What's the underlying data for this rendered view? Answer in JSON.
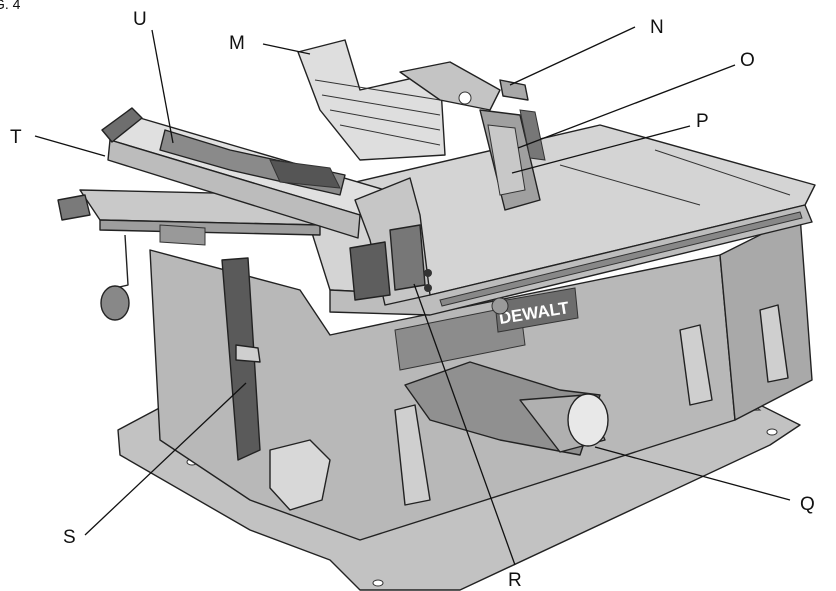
{
  "figure_label": "G. 4",
  "brand_text": "DEWALT",
  "callouts": {
    "M": "M",
    "N": "N",
    "O": "O",
    "P": "P",
    "Q": "Q",
    "R": "R",
    "S": "S",
    "T": "T",
    "U": "U"
  },
  "colors": {
    "outline": "#222222",
    "base_gray": "#b7b7b7",
    "light_gray": "#d9d9d9",
    "top_gray": "#cfcfcf",
    "dark_gray": "#555555",
    "badge": "#6d6d6d"
  }
}
